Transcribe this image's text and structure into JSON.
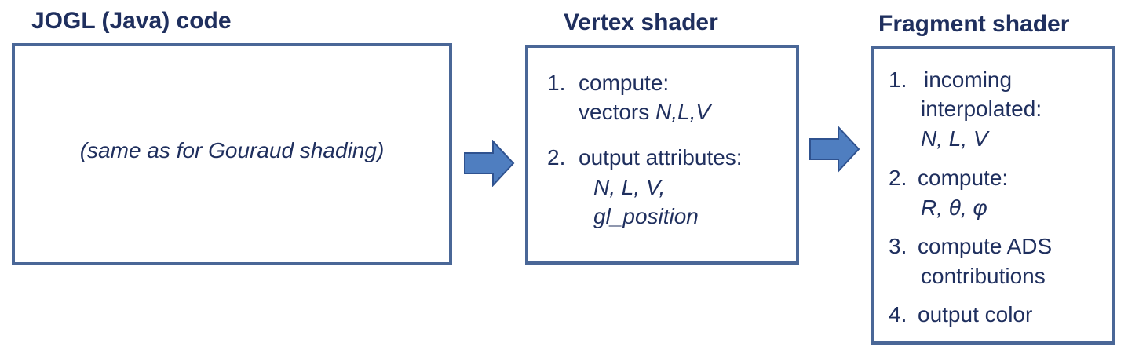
{
  "jogl": {
    "title": "JOGL (Java) code",
    "body": "(same as for Gouraud shading)"
  },
  "vertex": {
    "title": "Vertex shader",
    "step1_num": "1.",
    "step1_head": "compute:",
    "step1_pre": "vectors ",
    "step1_vars": "N,L,V",
    "step2_num": "2.",
    "step2_head": "output attributes:",
    "step2_vars": "N, L, V,",
    "step2_pos": "gl_position"
  },
  "fragment": {
    "title": "Fragment shader",
    "step1_num": "1.",
    "step1_head": "incoming",
    "step1_head2": "interpolated:",
    "step1_vars": "N, L, V",
    "step2_num": "2.",
    "step2_head": "compute:",
    "step2_vars": "R, θ, φ",
    "step3_num": "3.",
    "step3_head": "compute ADS",
    "step3_head2": "contributions",
    "step4_num": "4.",
    "step4_head": "output color"
  },
  "colors": {
    "text": "#1f2f5e",
    "border": "#4a6797",
    "arrow_fill": "#4f7ec0",
    "arrow_stroke": "#2f528f"
  }
}
